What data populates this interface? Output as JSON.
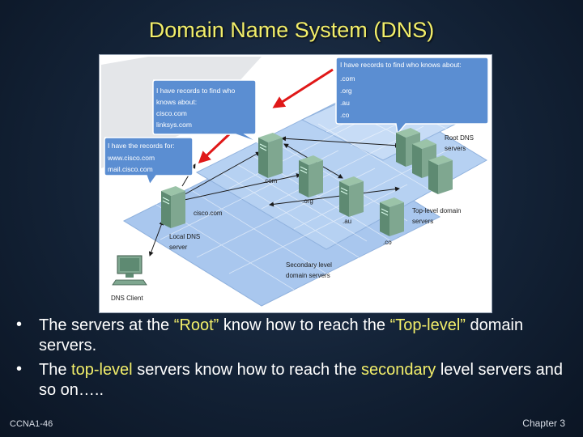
{
  "title": "Domain Name System (DNS)",
  "diagram": {
    "bubbles": {
      "root": [
        "I have records to find who knows about:",
        ".com",
        ".org",
        ".au",
        ".co"
      ],
      "com": [
        "I have records to find who",
        "knows about:",
        "cisco.com",
        "linksys.com"
      ],
      "local": [
        "I have the records for:",
        "www.cisco.com",
        "mail.cisco.com"
      ]
    },
    "labels": {
      "com": ".com",
      "org": ".org",
      "au": ".au",
      "co": ".co",
      "cisco": "cisco.com",
      "root_line1": "Root DNS",
      "root_line2": "servers",
      "tld_line1": "Top-level domain",
      "tld_line2": "servers",
      "local_line1": "Local DNS",
      "local_line2": "server",
      "secondary_line1": "Secondary level",
      "secondary_line2": "domain  servers",
      "client": "DNS Client"
    },
    "colors": {
      "plane": "#a9c7ee",
      "bubble": "#5b8ed2",
      "arrow_red": "#e01818",
      "server": "#5e8a72"
    }
  },
  "bullets": [
    {
      "parts": [
        {
          "text": "The servers at the ",
          "hl": false
        },
        {
          "text": "“Root”",
          "hl": true
        },
        {
          "text": " know how to reach the ",
          "hl": false
        },
        {
          "text": "“Top-level”",
          "hl": true
        },
        {
          "text": " domain servers.",
          "hl": false
        }
      ]
    },
    {
      "parts": [
        {
          "text": "The ",
          "hl": false
        },
        {
          "text": "top-level",
          "hl": true
        },
        {
          "text": " servers know how to reach the ",
          "hl": false
        },
        {
          "text": "secondary",
          "hl": true
        },
        {
          "text": " level servers and so on…..",
          "hl": false
        }
      ]
    }
  ],
  "footer": {
    "left": "CCNA1-46",
    "right": "Chapter 3"
  }
}
